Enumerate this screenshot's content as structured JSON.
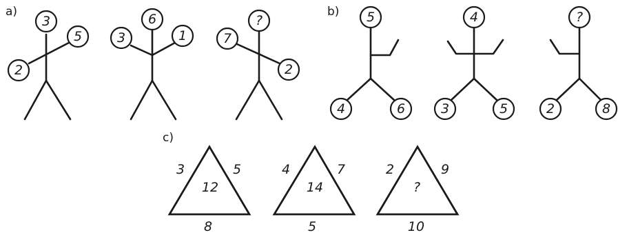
{
  "panel_a": {
    "label": "a)",
    "figures": [
      {
        "head": "3",
        "right_hand": "5",
        "left_hand": "2"
      },
      {
        "head": "6",
        "left_hand": "3",
        "right_hand": "1"
      },
      {
        "head": "?",
        "left_hand": "7",
        "right_hand": "2"
      }
    ]
  },
  "panel_b": {
    "label": "b)",
    "figures": [
      {
        "head": "5",
        "left_foot": "4",
        "right_foot": "6"
      },
      {
        "head": "4",
        "left_foot": "3",
        "right_foot": "5"
      },
      {
        "head": "?",
        "left_foot": "2",
        "right_foot": "8"
      }
    ]
  },
  "panel_c": {
    "label": "c)",
    "triangles": [
      {
        "left": "3",
        "right": "5",
        "center": "12",
        "bottom": "8"
      },
      {
        "left": "4",
        "right": "7",
        "center": "14",
        "bottom": "5"
      },
      {
        "left": "2",
        "right": "9",
        "center": "?",
        "bottom": "10"
      }
    ]
  }
}
